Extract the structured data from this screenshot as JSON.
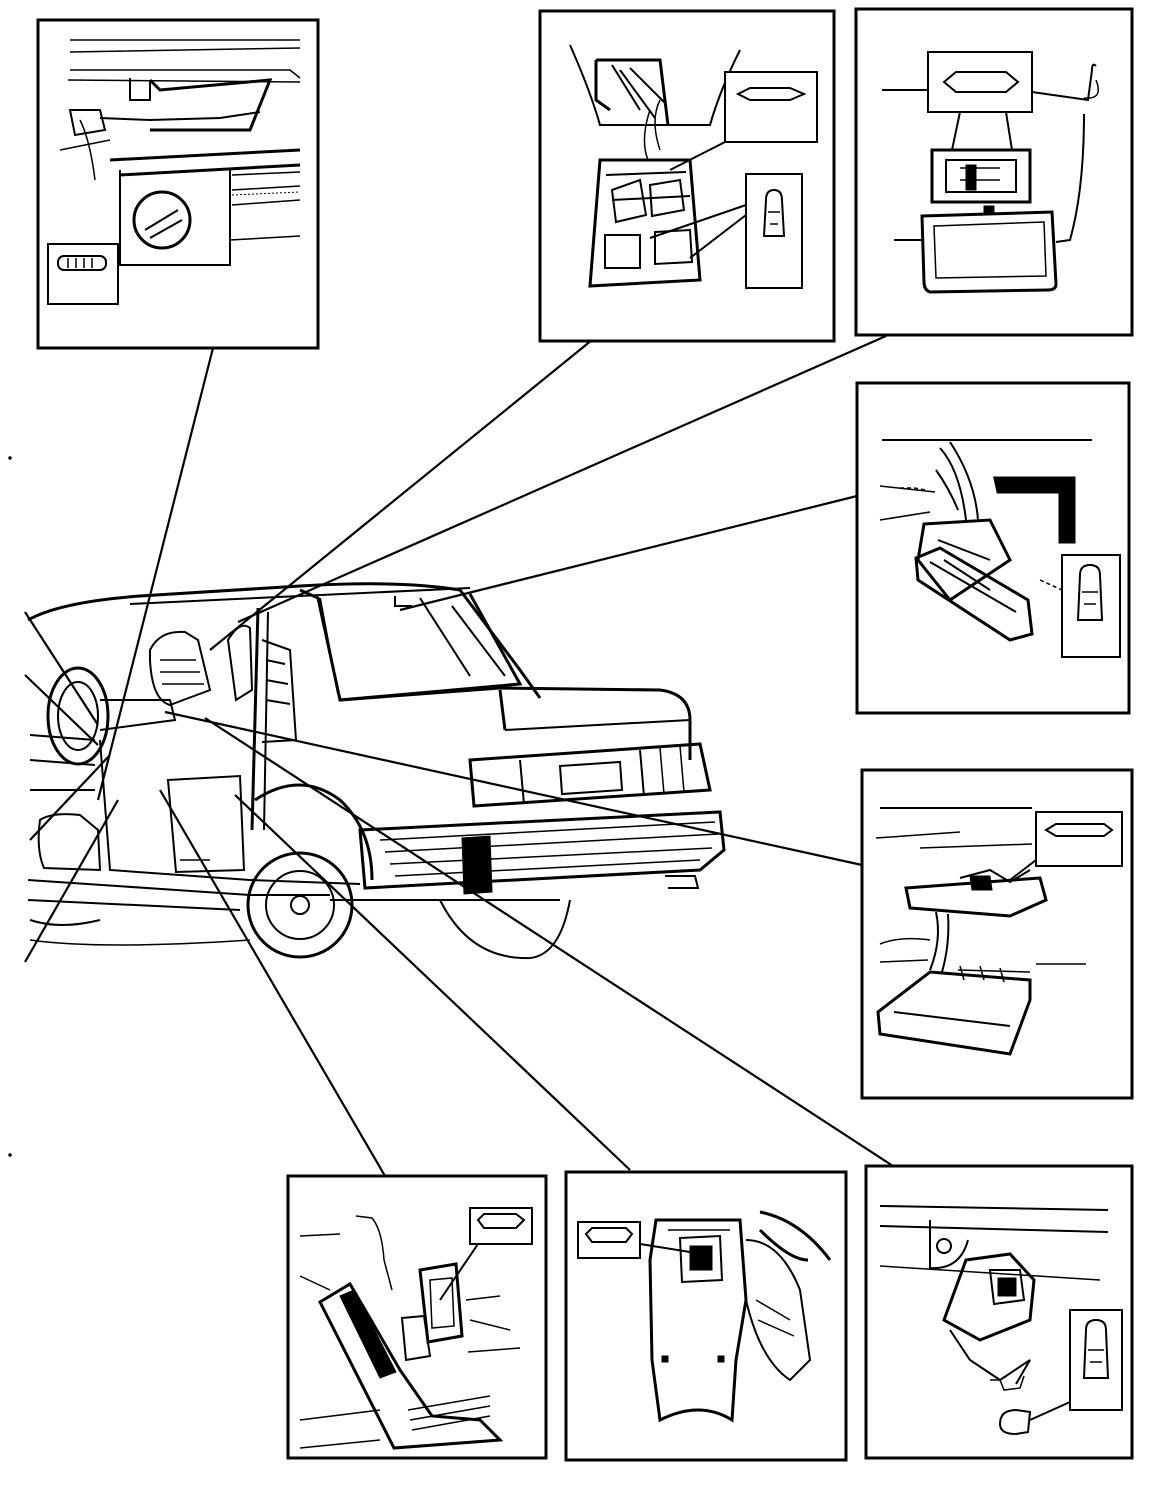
{
  "diagram": {
    "style": "monochrome line drawing",
    "colors": {
      "ink": "#000000",
      "paper": "#ffffff"
    },
    "subject": "car-side-view-icon",
    "detail_panels": [
      {
        "id": "dashboard-switch-panel",
        "icon": "instrument-panel-icon",
        "has_bulb_callout": true
      },
      {
        "id": "overhead-reading-lamp-panel",
        "icon": "reading-lamp-icon",
        "has_bulb_callout": true
      },
      {
        "id": "vanity-mirror-lamp-panel",
        "icon": "sun-visor-icon",
        "has_bulb_callout": true
      },
      {
        "id": "interior-dome-lamp-panel",
        "icon": "dome-lamp-icon",
        "has_bulb_callout": true
      },
      {
        "id": "glovebox-lamp-panel",
        "icon": "glovebox-icon",
        "has_bulb_callout": true
      },
      {
        "id": "door-step-lamp-panel",
        "icon": "courtesy-lamp-icon",
        "has_bulb_callout": true
      },
      {
        "id": "center-console-lamp-panel",
        "icon": "console-lamp-icon",
        "has_bulb_callout": true
      },
      {
        "id": "trunk-lamp-panel",
        "icon": "trunk-lamp-icon",
        "has_bulb_callout": true
      }
    ]
  }
}
